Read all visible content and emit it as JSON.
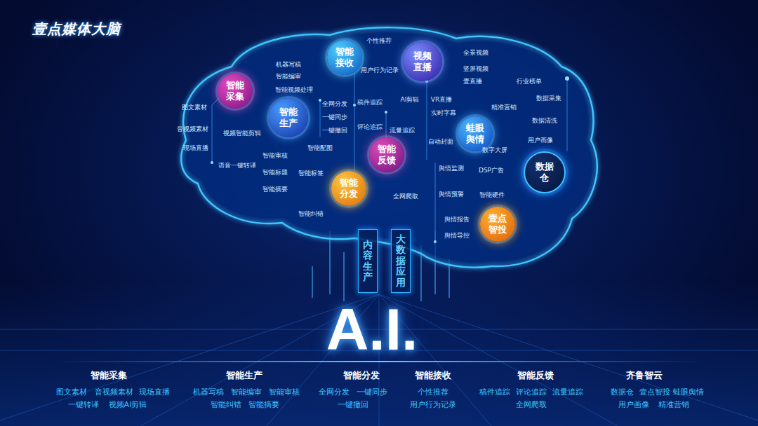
{
  "diagram": {
    "title": "壹点媒体大脑",
    "nodes": [
      {
        "text": [
          "智能 采集"
        ]
      },
      {
        "text": [
          "智能 接收"
        ]
      },
      {
        "text": [
          "视频 直播"
        ]
      },
      {
        "text": [
          "智能 生产"
        ]
      },
      {
        "text": [
          "蛙眼 舆情"
        ]
      },
      {
        "text": [
          "智能 反馈"
        ]
      },
      {
        "text": [
          "数据仓"
        ]
      },
      {
        "text": [
          "智能 分发"
        ]
      },
      {
        "text": [
          "壹点 智投"
        ]
      },
      {
        "text": [
          "内容生产"
        ]
      },
      {
        "text": [
          "大数据应用"
        ]
      }
    ],
    "labels": [
      "A.I.",
      "个性推荐",
      "用户行为记录",
      "机器写稿",
      "智能编审",
      "智能视频处理",
      "全网分发",
      "一键同步",
      "一键撤回",
      "稿件追踪",
      "评论追踪",
      "流量追踪",
      "AI剪辑",
      "VR直播",
      "实时字幕",
      "自动封面",
      "全景视频",
      "竖屏视频",
      "壹直播",
      "行业榜单",
      "数据采集",
      "精准营销",
      "数据清洗",
      "用户画像",
      "图文素材",
      "音视频素材",
      "现场直播",
      "视频智能剪辑",
      "语音一键转译",
      "智能审核",
      "智能标题",
      "智能摘要",
      "智能配图",
      "智能标签",
      "智能纠错",
      "全网爬取",
      "舆情监测",
      "舆情预警",
      "数字大屏",
      "DSP广告",
      "智能硬件",
      "舆情报告",
      "舆情导控",
      "智能采集",
      "智能生产",
      "智能分发",
      "智能接收",
      "智能反馈",
      "齐鲁智云",
      "图文素材",
      "音视频素材",
      "现场直播",
      "一键转译",
      "视频AI剪辑",
      "机器写稿",
      "智能编审",
      "智能审核",
      "智能纠错",
      "智能摘要",
      "全网分发",
      "一键同步",
      "一键撤回",
      "个性推荐",
      "用户行为记录",
      "稿件追踪",
      "评论追踪",
      "流量追踪",
      "全网爬取",
      "数据仓",
      "壹点智投",
      "蛙眼舆情",
      "用户画像",
      "精准营销"
    ]
  }
}
